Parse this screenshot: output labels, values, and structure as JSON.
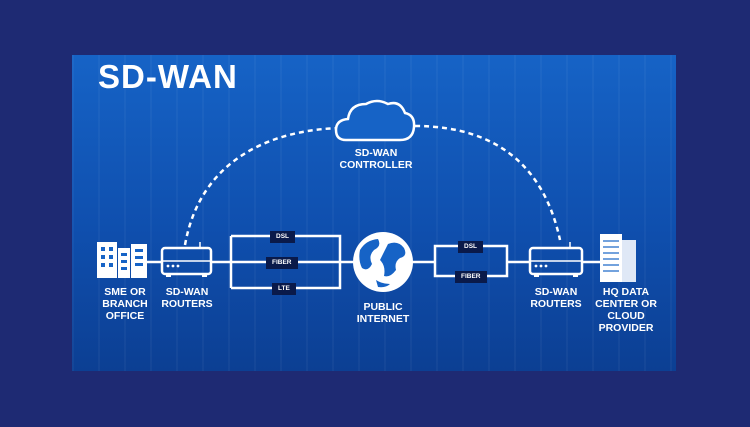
{
  "title": "SD-WAN",
  "controller": {
    "label": "SD-WAN\nCONTROLLER"
  },
  "nodes": {
    "branch": "SME OR\nBRANCH\nOFFICE",
    "router_left": "SD-WAN\nROUTERS",
    "internet": "PUBLIC\nINTERNET",
    "router_right": "SD-WAN\nROUTERS",
    "hq": "HQ DATA\nCENTER OR\nCLOUD\nPROVIDER"
  },
  "left_links": [
    "DSL",
    "FIBER",
    "LTE"
  ],
  "right_links": [
    "DSL",
    "FIBER"
  ],
  "colors": {
    "background": "#1e2a73",
    "panel": "#1663c6",
    "line": "#ffffff",
    "link_tag": "#0a1a4a"
  }
}
